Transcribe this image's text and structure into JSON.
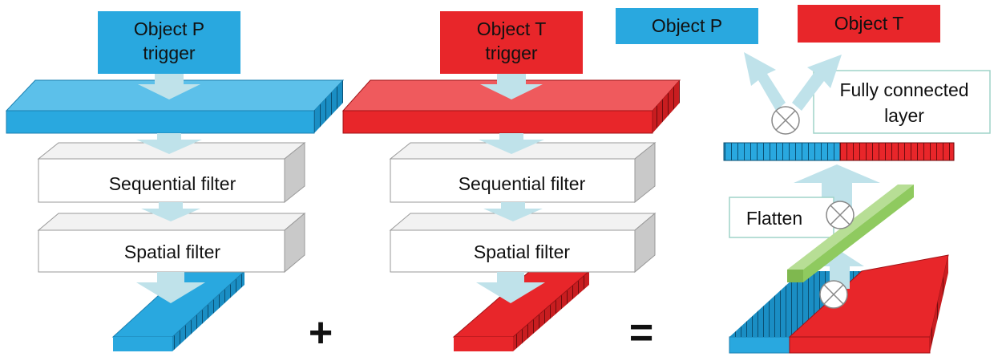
{
  "colors": {
    "blue": "#29a8df",
    "red": "#e8262a",
    "arrow": "#bfe2ea",
    "green": "#8fca5f",
    "box_border": "#9fd3c9"
  },
  "left_column": {
    "trigger_line1": "Object P",
    "trigger_line2": "trigger",
    "seq_filter": "Sequential filter",
    "spa_filter": "Spatial filter"
  },
  "middle_column": {
    "trigger_line1": "Object T",
    "trigger_line2": "trigger",
    "seq_filter": "Sequential filter",
    "spa_filter": "Spatial filter"
  },
  "operators": {
    "plus": "+",
    "equals": "="
  },
  "right_column": {
    "output_p": "Object P",
    "output_t": "Object T",
    "fc_line1": "Fully connected",
    "fc_line2": "layer",
    "flatten": "Flatten",
    "multiply_icon": "circled-times-icon"
  }
}
